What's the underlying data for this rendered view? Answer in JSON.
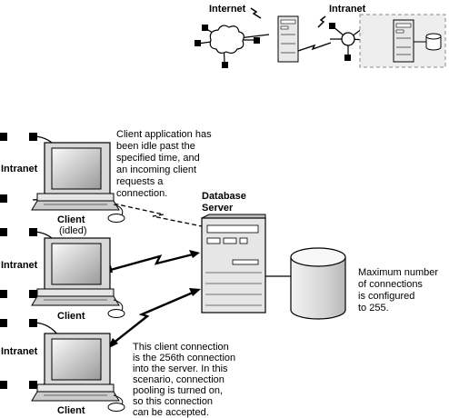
{
  "top_diagram": {
    "internet_label": "Internet",
    "intranet_label": "Intranet"
  },
  "clients": [
    {
      "ring_label": "Intranet",
      "label": "Client",
      "sublabel": "(idled)"
    },
    {
      "ring_label": "Intranet",
      "label": "Client"
    },
    {
      "ring_label": "Intranet",
      "label": "Client"
    }
  ],
  "server": {
    "label_line1": "Database",
    "label_line2": "Server"
  },
  "notes": {
    "idle": [
      "Client application has",
      "been idle past the",
      "specified time, and",
      "an incoming client",
      "requests a",
      "connection."
    ],
    "max_connections": [
      "Maximum number",
      "of connections",
      "is configured",
      "to 255."
    ],
    "pooling": [
      "This client connection",
      "is the 256th connection",
      "into the server. In this",
      "scenario, connection",
      "pooling is turned on,",
      "so this connection",
      "can be accepted."
    ]
  }
}
